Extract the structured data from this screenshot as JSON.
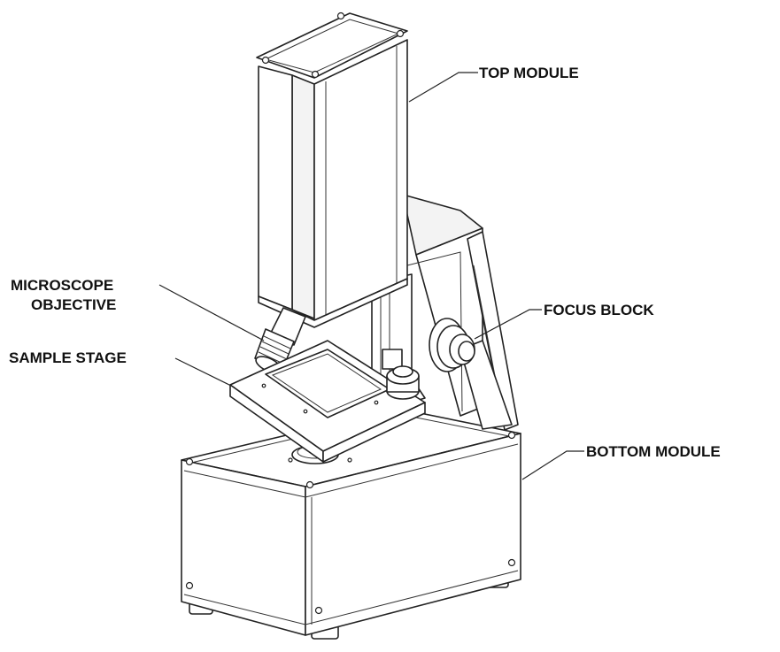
{
  "labels": {
    "top_module": "TOP MODULE",
    "microscope_objective_line1": "MICROSCOPE",
    "microscope_objective_line2": "OBJECTIVE",
    "focus_block": "FOCUS BLOCK",
    "sample_stage": "SAMPLE STAGE",
    "bottom_module": "BOTTOM MODULE"
  },
  "colors": {
    "line": "#222222",
    "background": "#ffffff"
  }
}
